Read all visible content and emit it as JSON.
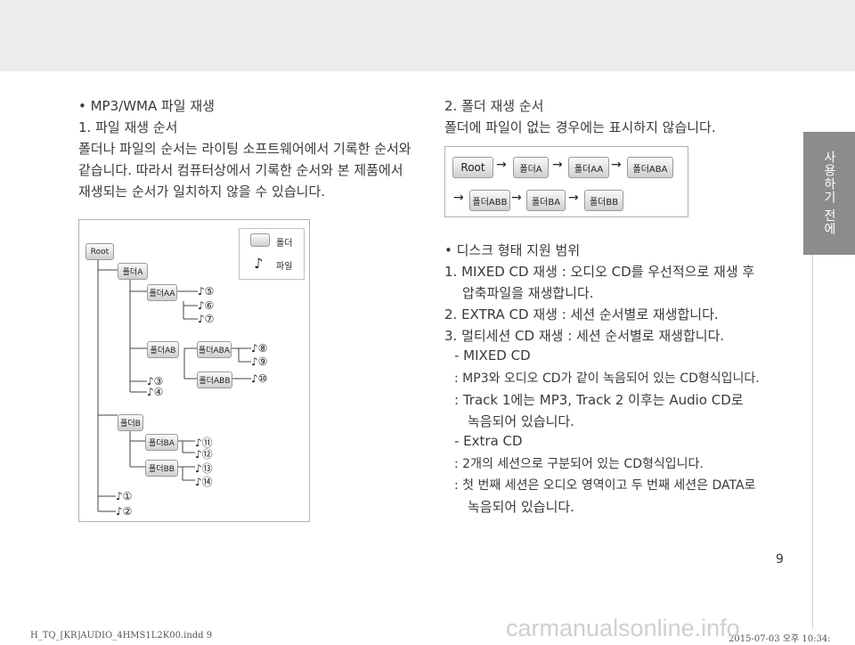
{
  "side_tab": "사용하기 전에",
  "left": {
    "bullet": "• MP3/WMA 파일 재생",
    "heading": "1. 파일 재생 순서",
    "para_lines": [
      "폴더나 파일의 순서는 라이팅 소프트웨어에서 기록한 순서와",
      "같습니다. 따라서 컴퓨터상에서 기록한 순서와 본 제품에서",
      "재생되는 순서가 일치하지 않을 수 있습니다."
    ]
  },
  "diagram": {
    "legend_folder": "폴더",
    "legend_file": "파일",
    "root": "Root",
    "folderA": "폴더A",
    "folderAA": "폴더AA",
    "folderAB": "폴더AB",
    "folderABA": "폴더ABA",
    "folderABB": "폴더ABB",
    "folderB": "폴더B",
    "folderBA": "폴더BA",
    "folderBB": "폴더BB",
    "files": {
      "f1": "♪①",
      "f2": "♪②",
      "f3": "♪③",
      "f4": "♪④",
      "f5": "♪⑤",
      "f6": "♪⑥",
      "f7": "♪⑦",
      "f8": "♪⑧",
      "f9": "♪⑨",
      "f10": "♪⑩",
      "f11": "♪⑪",
      "f12": "♪⑫",
      "f13": "♪⑬",
      "f14": "♪⑭"
    }
  },
  "right": {
    "heading": "2. 폴더 재생 순서",
    "para": "폴더에 파일이 없는 경우에는 표시하지 않습니다.",
    "order": {
      "root": "Root",
      "a": "폴더A",
      "aa": "폴더AA",
      "aba": "폴더ABA",
      "abb": "폴더ABB",
      "ba": "폴더BA",
      "bb": "폴더BB",
      "arrow": "→"
    },
    "disc_bullet": "• 디스크 형태 지원 범위",
    "item1_line1": "1. MIXED CD 재생 : 오디오 CD를 우선적으로 재생 후",
    "item1_line2": "압축파일을 재생합니다.",
    "item2": "2. EXTRA CD 재생 : 세션 순서별로 재생합니다.",
    "item3": "3. 멀티세션 CD 재생 : 세션 순서별로 재생합니다.",
    "mixed_title": "- MIXED CD",
    "mixed_1": ": MP3와 오디오 CD가 같이 녹음되어 있는 CD형식입니다.",
    "mixed_2a": ": Track 1에는 MP3, Track 2 이후는 Audio CD로",
    "mixed_2b": "녹음되어 있습니다.",
    "extra_title": "- Extra CD",
    "extra_1": ": 2개의 세션으로 구분되어 있는 CD형식입니다.",
    "extra_2a": ": 첫 번째 세션은 오디오 영역이고 두 번째 세션은 DATA로",
    "extra_2b": "녹음되어 있습니다."
  },
  "page_number": "9",
  "footer_left": "H_TQ_[KR]AUDIO_4HMS1L2K00.indd   9",
  "footer_right": "2015-07-03   오후 10:34:",
  "watermark": "carmanualsonline.info"
}
